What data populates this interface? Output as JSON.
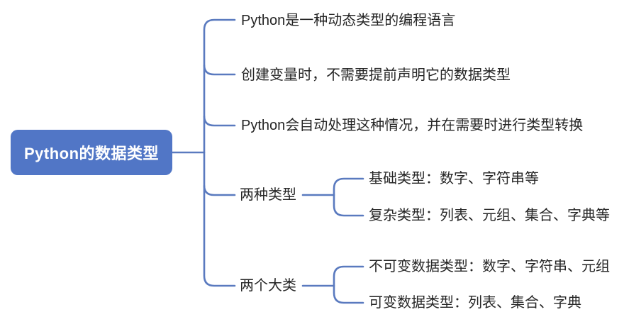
{
  "meta": {
    "background_color": "#ffffff",
    "node_fill_color": "#5176c6",
    "node_text_color": "#ffffff",
    "connector_color": "#5a7abf",
    "label_text_color": "#262626"
  },
  "mindmap": {
    "root": {
      "label": "Python的数据类型"
    },
    "branches": [
      {
        "label": "Python是一种动态类型的编程语言",
        "children": []
      },
      {
        "label": "创建变量时，不需要提前声明它的数据类型",
        "children": []
      },
      {
        "label": "Python会自动处理这种情况，并在需要时进行类型转换",
        "children": []
      },
      {
        "label": "两种类型",
        "children": [
          "基础类型：数字、字符串等",
          "复杂类型：列表、元组、集合、字典等"
        ]
      },
      {
        "label": "两个大类",
        "children": [
          "不可变数据类型：数字、字符串、元组",
          "可变数据类型：列表、集合、字典"
        ]
      }
    ]
  }
}
